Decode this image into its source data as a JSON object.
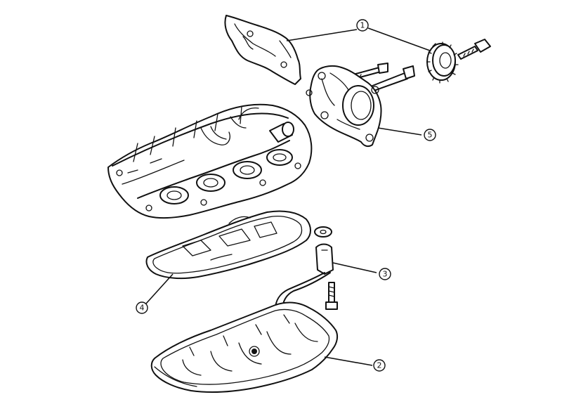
{
  "callouts": [
    {
      "id": "timing-belt-cover-and-sprocket",
      "label": "1"
    },
    {
      "id": "oil-pan",
      "label": "2"
    },
    {
      "id": "oil-strainer",
      "label": "3"
    },
    {
      "id": "baffle-plate-gasket",
      "label": "4"
    },
    {
      "id": "oil-pump",
      "label": "5"
    }
  ]
}
